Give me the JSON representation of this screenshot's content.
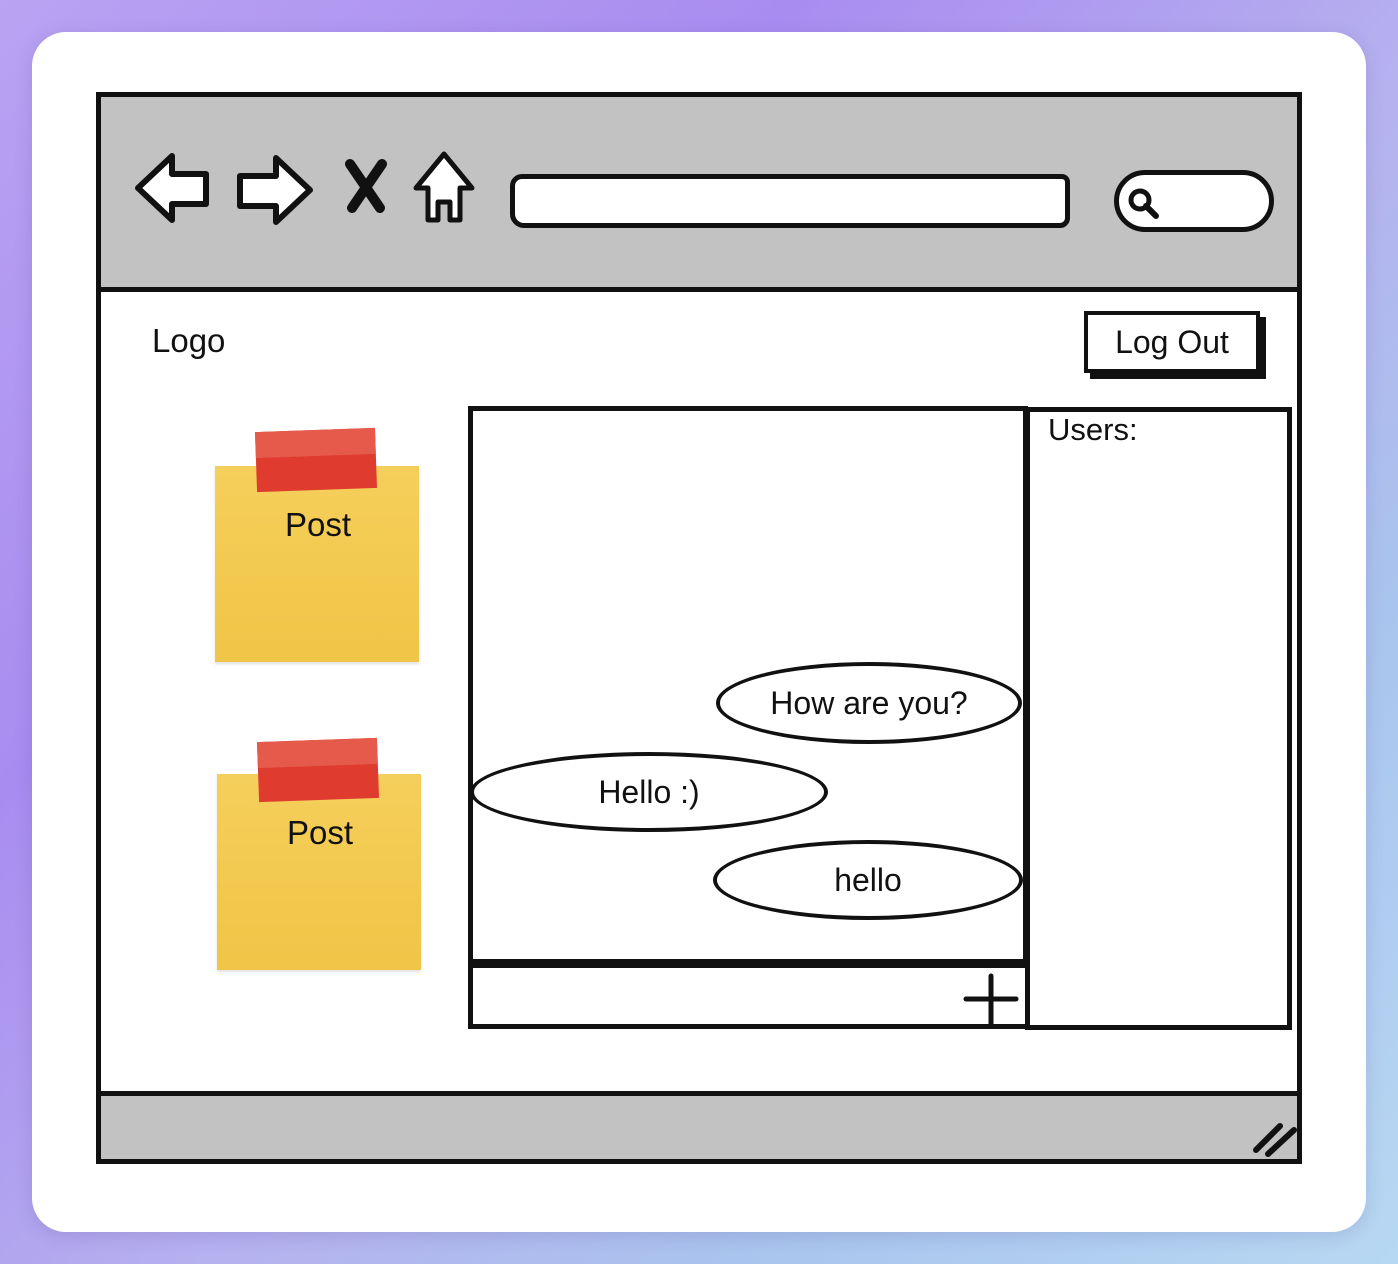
{
  "header": {
    "logo_text": "Logo",
    "logout_label": "Log Out"
  },
  "posts": [
    {
      "label": "Post"
    },
    {
      "label": "Post"
    }
  ],
  "chat": {
    "messages": [
      {
        "text": "How are you?",
        "side": "right"
      },
      {
        "text": "Hello :)",
        "side": "left"
      },
      {
        "text": "hello",
        "side": "right"
      }
    ]
  },
  "users": {
    "label": "Users:"
  },
  "icons": {
    "back": "arrow-left-icon",
    "forward": "arrow-right-icon",
    "stop": "close-icon",
    "home": "home-icon",
    "search": "search-icon",
    "add": "plus-icon",
    "resize": "resize-grip-icon"
  },
  "colors": {
    "chrome": "#c2c2c2",
    "note": "#f2c94d",
    "tape": "#df3b2f"
  }
}
